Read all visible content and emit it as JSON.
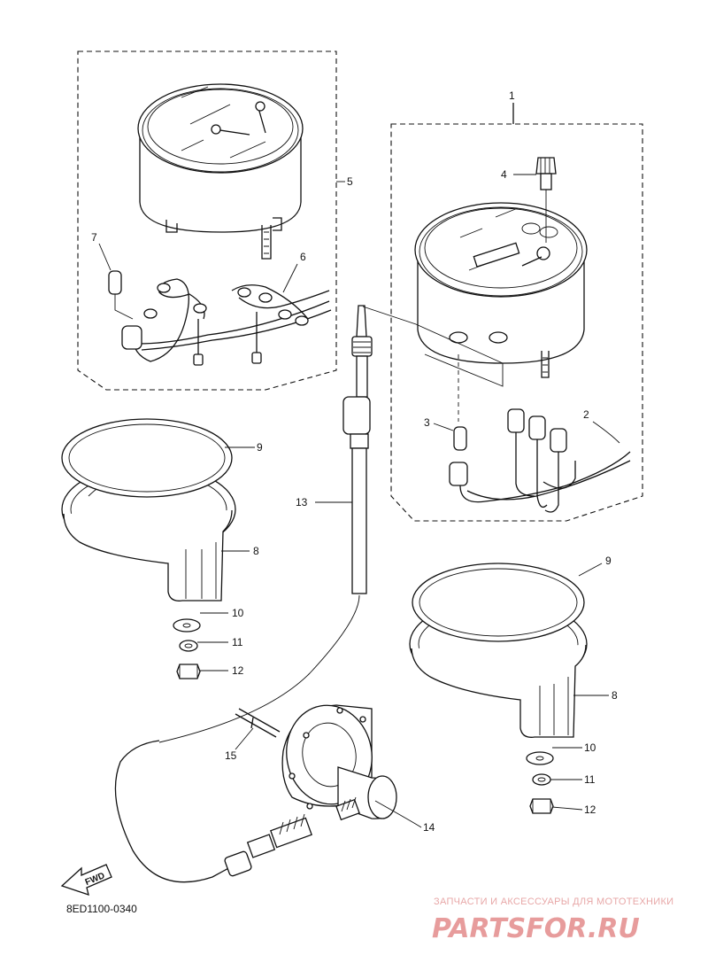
{
  "diagram": {
    "callouts": [
      "1",
      "2",
      "3",
      "4",
      "5",
      "6",
      "7",
      "8",
      "9",
      "10",
      "11",
      "12",
      "13",
      "14",
      "15",
      "8",
      "9",
      "10",
      "11",
      "12"
    ],
    "direction_label": "FWD",
    "drawing_code": "8ED1100-0340"
  },
  "watermark": {
    "tagline": "ЗАПЧАСТИ И АКСЕССУАРЫ ДЛЯ МОТОТЕХНИКИ",
    "brand": "PARTSFOR.RU",
    "color": "#e07c7c"
  }
}
